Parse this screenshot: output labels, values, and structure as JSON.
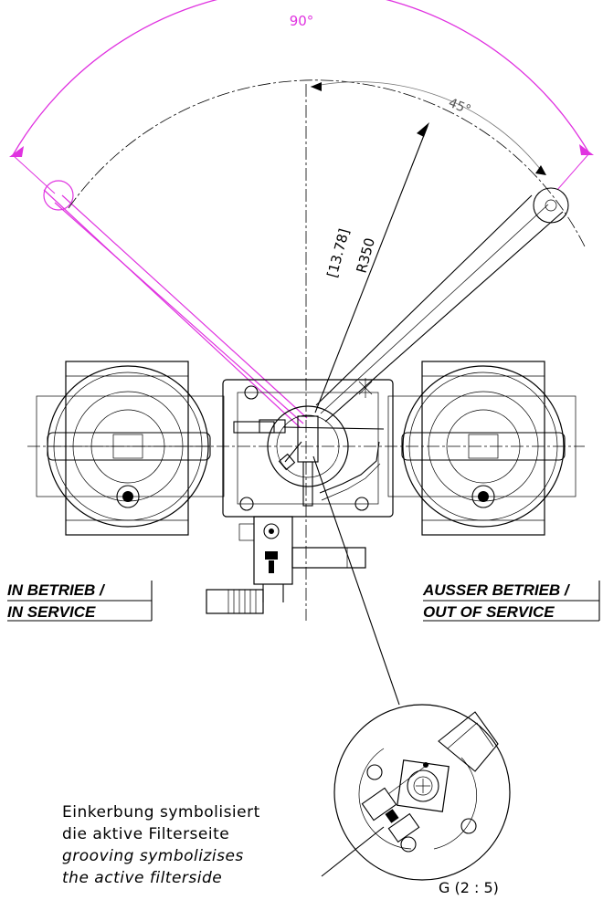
{
  "colors": {
    "dimension_magenta": "#e033e0",
    "line_black": "#000000",
    "line_grey": "#777777",
    "background": "#ffffff"
  },
  "dimensions": {
    "swing_angle": "90°",
    "half_angle": "45°",
    "radius_inch": "[13.78]",
    "radius_mm": "R350"
  },
  "labels": {
    "in_service_de": "IN BETRIEB /",
    "in_service_en": "IN SERVICE",
    "out_service_de": "AUSSER BETRIEB /",
    "out_service_en": "OUT OF SERVICE"
  },
  "detail": {
    "note_de_1": "Einkerbung symbolisiert",
    "note_de_2": "die aktive Filterseite",
    "note_en_1": "grooving symbolizises",
    "note_en_2": "the active filterside",
    "view_label": "G (2 : 5)"
  }
}
